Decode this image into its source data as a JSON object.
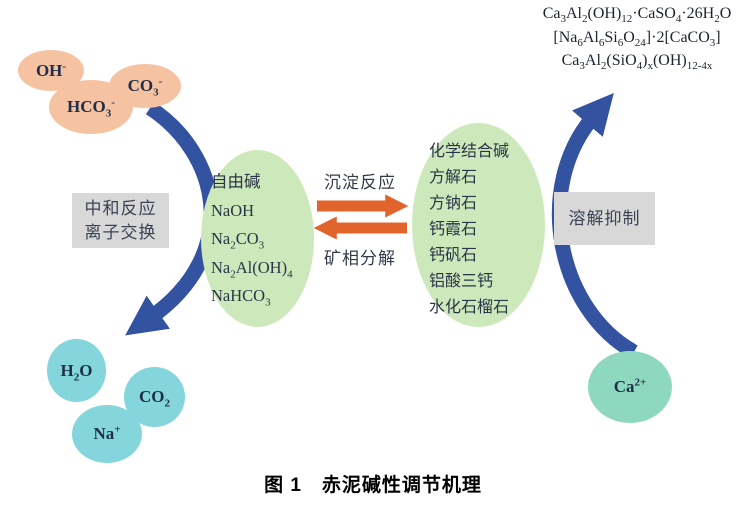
{
  "figure": {
    "caption": "图 1　赤泥碱性调节机理"
  },
  "input_ions": {
    "oh": "OH^{-}",
    "co3": "CO_{3}^{-}",
    "hco3": "HCO_{3}^{-}"
  },
  "left_process_box": {
    "line1": "中和反应",
    "line2": "离子交换"
  },
  "right_process_box": {
    "label": "溶解抑制"
  },
  "free_alkali": {
    "title": "自由碱",
    "items": [
      "NaOH",
      "Na_{2}CO_{3}",
      "Na_{2}Al(OH)_{4}",
      "NaHCO_{3}"
    ]
  },
  "bound_alkali": {
    "title": "化学结合碱",
    "items": [
      "方解石",
      "方钠石",
      "钙霞石",
      "钙矾石",
      "铝酸三钙",
      "水化石榴石"
    ]
  },
  "reactions": {
    "forward": "沉淀反应",
    "reverse": "矿相分解"
  },
  "products": [
    "Ca_{3}Al_{2}(OH)_{12}·CaSO_{4}·26H_{2}O",
    "[Na_{6}Al_{6}Si_{6}O_{24}]·2[CaCO_{3}]",
    "Ca_{3}Al_{2}(SiO_{4})_{x}(OH)_{12-4x}"
  ],
  "output_ions": {
    "h2o": "H_{2}O",
    "co2": "CO_{2}",
    "na": "Na^{+}",
    "ca": "Ca^{2+}"
  },
  "colors": {
    "peach_bubble": "#f6c3a2",
    "green_blob": "#cde9bb",
    "cyan_bubble": "#84d5dc",
    "mint_bubble": "#8fd8c0",
    "blue_arrow": "#3352a0",
    "orange_arrow": "#e2642d",
    "gray_box": "#d8d8d8"
  }
}
